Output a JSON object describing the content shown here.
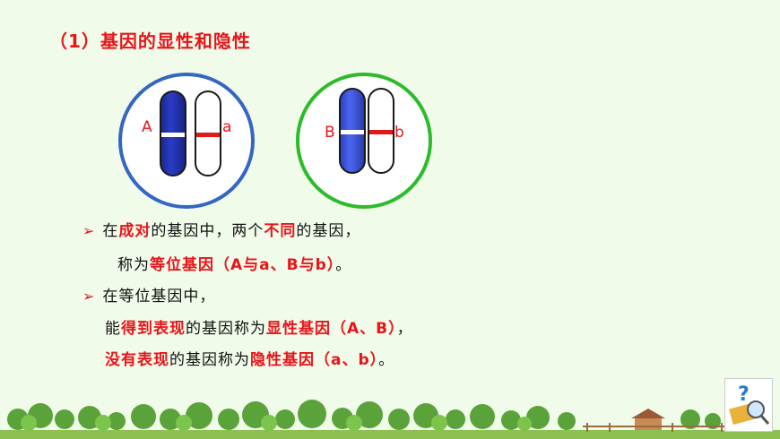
{
  "title": "（1）基因的显性和隐性",
  "genes": {
    "A": "A",
    "a": "a",
    "B": "B",
    "b": "b"
  },
  "bullet1": {
    "line1": [
      "在",
      "成对",
      "的基因中，两个",
      "不同",
      "的基因，"
    ],
    "line2": [
      "称为",
      "等位基因（A与a、B与b）",
      "。"
    ]
  },
  "bullet2": {
    "line1": "在等位基因中，",
    "line2": [
      "能",
      "得到表现",
      "的基因称为",
      "显性基因（A、B）",
      "，"
    ],
    "line3": [
      "没有表现",
      "的基因称为",
      "隐性基因（a、b）",
      "。"
    ]
  }
}
